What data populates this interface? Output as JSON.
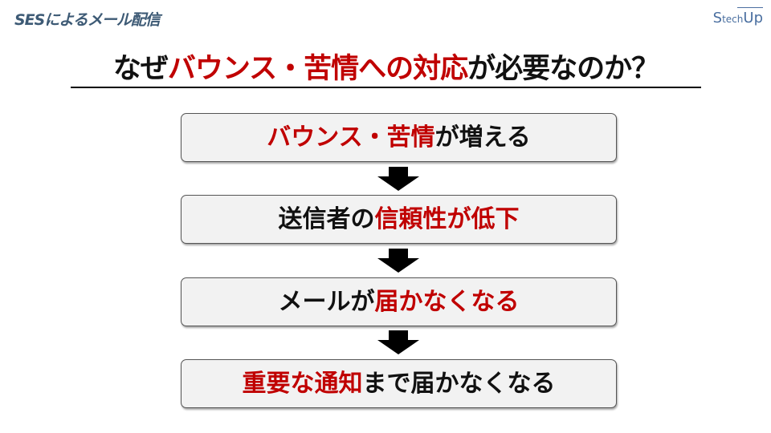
{
  "header": {
    "title": "SESによるメール配信"
  },
  "logo": {
    "main": "S",
    "small": "tech",
    "end": "Up"
  },
  "title": {
    "segments": [
      {
        "text": "なぜ",
        "em": false
      },
      {
        "text": "バウンス・苦情への対応",
        "em": true
      },
      {
        "text": "が必要なのか？",
        "em": false
      }
    ]
  },
  "steps": [
    {
      "segments": [
        {
          "text": "バウンス・苦情",
          "em": true
        },
        {
          "text": "が増える",
          "em": false
        }
      ]
    },
    {
      "segments": [
        {
          "text": "送信者の",
          "em": false
        },
        {
          "text": "信頼性が低下",
          "em": true
        }
      ]
    },
    {
      "segments": [
        {
          "text": "メールが",
          "em": false
        },
        {
          "text": "届かなくなる",
          "em": true
        }
      ]
    },
    {
      "segments": [
        {
          "text": "重要な通知",
          "em": true
        },
        {
          "text": "まで届かなくなる",
          "em": false
        }
      ]
    }
  ],
  "colors": {
    "emphasis": "#c00000",
    "text": "#111111",
    "header": "#3d5a75"
  }
}
